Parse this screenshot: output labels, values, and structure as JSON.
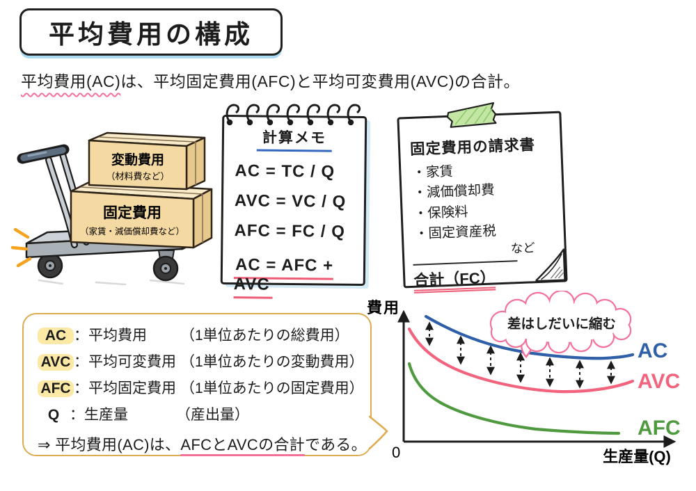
{
  "title": "平均費用の構成",
  "subtitle": {
    "lead": "平均費用(AC)",
    "rest": "は、平均固定費用(AFC)と平均可変費用(AVC)の合計。"
  },
  "cart": {
    "top_box": {
      "label": "変動費用",
      "sub": "（材料費など）"
    },
    "bottom_box": {
      "label": "固定費用",
      "sub": "（家賃・減価償却費など）"
    }
  },
  "notepad": {
    "title": "計算メモ",
    "formula_ac": "AC = TC / Q",
    "formula_avc": "AVC = VC / Q",
    "formula_afc": "AFC = FC / Q",
    "formula_sum": "AC = AFC + AVC"
  },
  "invoice": {
    "title": "固定費用の請求書",
    "bullet": "・",
    "items": [
      "家賃",
      "減価償却費",
      "保険料",
      "固定資産税"
    ],
    "etc_label": "など",
    "total_label": "合計（FC）"
  },
  "legend": {
    "rows": [
      {
        "term": "AC",
        "colon": "：",
        "desc": "平均費用",
        "paren": "（1単位あたりの総費用）"
      },
      {
        "term": "AVC",
        "colon": "：",
        "desc": "平均可変費用",
        "paren": "（1単位あたりの変動費用）"
      },
      {
        "term": "AFC",
        "colon": "：",
        "desc": "平均固定費用",
        "paren": "（1単位あたりの固定費用）"
      },
      {
        "term": "Q",
        "colon": "：",
        "desc": "生産量",
        "paren": "（産出量）"
      }
    ],
    "conclusion": {
      "prefix": "⇒ 平均費用(AC)は、",
      "underlined": "AFCとAVCの合計",
      "suffix": "である。"
    }
  },
  "chart_data": {
    "type": "line",
    "title": "",
    "ylabel": "費用",
    "xlabel": "生産量(Q)",
    "origin_label": "0",
    "annotation": "差はしだいに縮む",
    "x": [
      1,
      2,
      3,
      4,
      5,
      6,
      7
    ],
    "series": [
      {
        "name": "AC",
        "color": "#2e5fa8",
        "values": [
          9.8,
          8.7,
          7.9,
          7.4,
          7.0,
          6.9,
          7.0
        ]
      },
      {
        "name": "AVC",
        "color": "#f2637d",
        "values": [
          7.6,
          6.3,
          5.4,
          4.8,
          4.5,
          4.6,
          5.1
        ]
      },
      {
        "name": "AFC",
        "color": "#4f9a3f",
        "values": [
          4.6,
          3.0,
          2.2,
          1.9,
          1.7,
          1.6,
          1.5
        ]
      }
    ],
    "legend_position": "right-of-curves",
    "grid": false,
    "gap_arrows_between": [
      "AC",
      "AVC"
    ]
  },
  "colors": {
    "accent_pink": "#f4719a",
    "underline_blue": "#3468c0",
    "underline_red": "#ee5b74",
    "legend_border": "#dcab52",
    "highlight_yellow": "#fce9a6",
    "ac_blue": "#2e5fa8",
    "avc_pink": "#f2637d",
    "afc_green": "#4f9a3f",
    "tape_green": "#c4e6a5",
    "box_tan": "#f4d9a2",
    "title_shadow_blue": "#a9daf2",
    "orange_accent": "#f5a31f"
  }
}
